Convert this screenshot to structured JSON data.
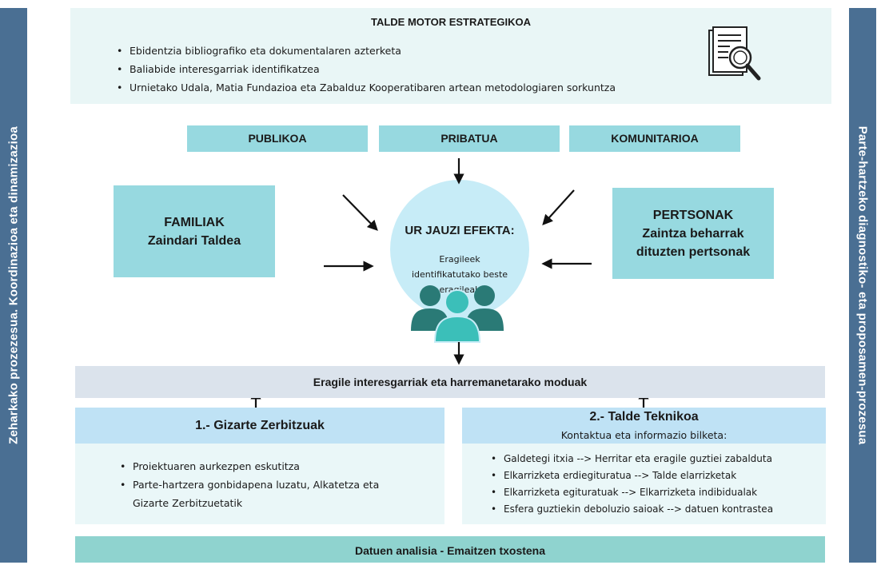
{
  "side": {
    "left": "Zeharkako prozezesua. Koordinazioa eta dinamizazioa",
    "right": "Parte-hartzeko diagnostiko- eta proposamen-prozesua"
  },
  "top": {
    "title": "TALDE MOTOR ESTRATEGIKOA",
    "bullets": [
      "Ebidentzia bibliografiko eta dokumentalaren azterketa",
      "Baliabide interesgarriak identifikatzea",
      "Urnietako Udala, Matia Fundazioa eta Zabalduz Kooperatibaren artean metodologiaren sorkuntza"
    ],
    "icon": "document-search-icon"
  },
  "sectors": [
    "PUBLIKOA",
    "PRIBATUA",
    "KOMUNITARIOA"
  ],
  "familiak": {
    "line1": "FAMILIAK",
    "line2": "Zaindari Taldea"
  },
  "pertsonak": {
    "line1": "PERTSONAK",
    "line2": "Zaintza beharrak",
    "line3": "dituzten pertsonak"
  },
  "center": {
    "title": "UR JAUZI EFEKTA:",
    "subtitle": "Eragileek identifikatutako beste eragileak",
    "icon": "people-group-icon"
  },
  "bar": "Eragile interesgarriak eta harremanetarako moduak",
  "left_section": {
    "title": "1.- Gizarte Zerbitzuak",
    "items": [
      "Proiektuaren aurkezpen eskutitza",
      "Parte-hartzera gonbidapena luzatu, Alkatetza eta Gizarte Zerbitzuetatik"
    ]
  },
  "right_section": {
    "title": "2.- Talde Teknikoa",
    "subtitle": "Kontaktua eta informazio bilketa:",
    "items": [
      "Galdetegi itxia --> Herritar eta eragile guztiei zabaldutа",
      "Elkarrizketa erdiegituratua --> Talde elarrizketak",
      "Elkarrizketa egituratuak --> Elkarrizketa indibidualak",
      "Esfera guztiekin deboluzio saioak --> datuen kontrastea"
    ]
  },
  "footer": "Datuen analisia - Emaitzen txostena",
  "colors": {
    "side": "#4a6f93",
    "tag": "#97d9e0",
    "circle": "#c7ecf7",
    "top_bg": "#e9f6f6",
    "bar": "#dbe3ec",
    "section_head": "#bfe2f5",
    "section_body": "#eaf7f8",
    "footer": "#8fd3cf"
  }
}
